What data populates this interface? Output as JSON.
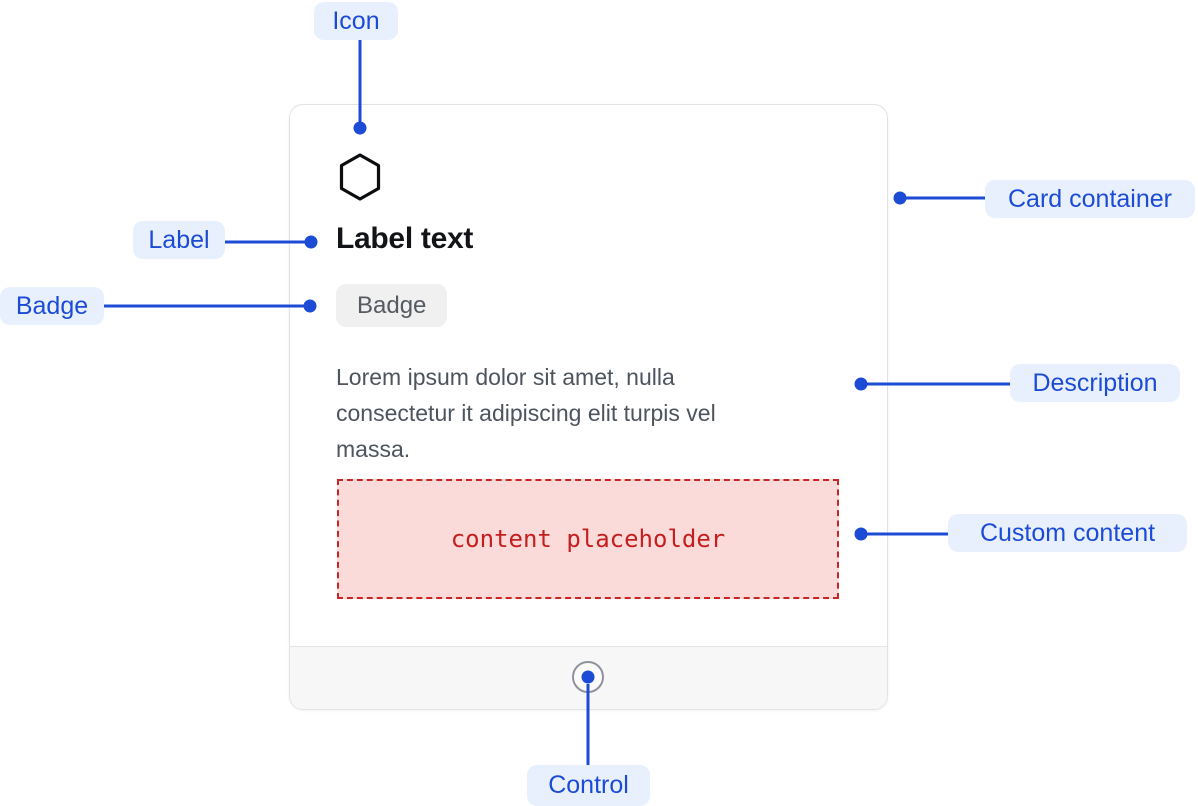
{
  "card": {
    "icon": "hexagon-icon",
    "label_text": "Label text",
    "badge_text": "Badge",
    "description_lines": [
      "Lorem ipsum dolor sit amet, nulla",
      "consectetur it adipiscing elit turpis vel",
      "massa."
    ],
    "placeholder_text": "content placeholder"
  },
  "annotations": {
    "icon": "Icon",
    "label": "Label",
    "badge": "Badge",
    "card_container": "Card container",
    "description": "Description",
    "custom_content": "Custom content",
    "control": "Control"
  },
  "colors": {
    "annotation_blue": "#1c4bd6",
    "annotation_pill_bg": "#e9f0fd",
    "card_border": "#e2e3e7",
    "footer_bg": "#f7f7f8",
    "control_ring": "#8e939b",
    "badge_bg": "#f0f0f1",
    "badge_text": "#565a61",
    "label_text_color": "#131417",
    "description_text_color": "#4e545d",
    "placeholder_border": "#c92525",
    "placeholder_bg": "#fbdada",
    "placeholder_text_color": "#c41f1f"
  }
}
